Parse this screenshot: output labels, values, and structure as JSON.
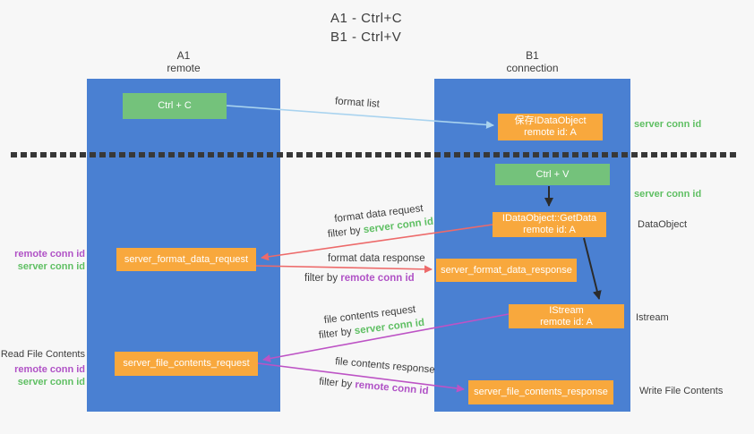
{
  "diagram_title": {
    "line1": "A1 - Ctrl+C",
    "line2": "B1 - Ctrl+V"
  },
  "lifelines": {
    "left": {
      "name": "A1",
      "role": "remote"
    },
    "right": {
      "name": "B1",
      "role": "connection"
    }
  },
  "boxes": {
    "ctrl_c": {
      "label": "Ctrl + C"
    },
    "ctrl_v": {
      "label": "Ctrl + V"
    },
    "save_dataobject": {
      "line1": "保存IDataObject",
      "line2": "remote id: A"
    },
    "getdata": {
      "line1": "IDataObject::GetData",
      "line2": "remote id: A"
    },
    "istream": {
      "line1": "IStream",
      "line2": "remote id: A"
    },
    "format_request": {
      "label": "server_format_data_request"
    },
    "format_response": {
      "label": "server_format_data_response"
    },
    "file_request": {
      "label": "server_file_contents_request"
    },
    "file_response": {
      "label": "server_file_contents_response"
    }
  },
  "messages": {
    "format_list": {
      "label": "format list"
    },
    "format_data_request": {
      "line1": "format data request",
      "filter_prefix": "filter by ",
      "filter_key": "server conn id"
    },
    "format_data_response": {
      "line1": "format data response",
      "filter_prefix": "filter by ",
      "filter_key": "remote conn id"
    },
    "file_contents_request": {
      "line1": "file contents request",
      "filter_prefix": "filter by ",
      "filter_key": "server conn id"
    },
    "file_contents_response": {
      "line1": "file contents response",
      "filter_prefix": "filter by ",
      "filter_key": "remote conn id"
    }
  },
  "annotations": {
    "server_conn_id_right_top": "server conn id",
    "server_conn_id_right_mid": "server conn id",
    "dataobject": "DataObject",
    "istream": "Istream",
    "write_file_contents": "Write File Contents",
    "remote_conn_id_left_top": "remote conn id",
    "server_conn_id_left_top": "server conn id",
    "read_file_contents": "Read File Contents",
    "remote_conn_id_left_bottom": "remote conn id",
    "server_conn_id_left_bottom": "server conn id"
  },
  "colors": {
    "lifeline_blue": "#4a80d2",
    "box_green": "#74c27b",
    "box_orange": "#f8a83d",
    "accent_green": "#5fbf63",
    "accent_purple": "#b052c6",
    "arrow_red": "#ed6a6a",
    "arrow_magenta": "#bd53c5",
    "arrow_lightblue": "#a9d3ef",
    "arrow_black": "#2b2b2b",
    "background": "#f7f7f7",
    "text_dark": "#3d3d3d"
  }
}
